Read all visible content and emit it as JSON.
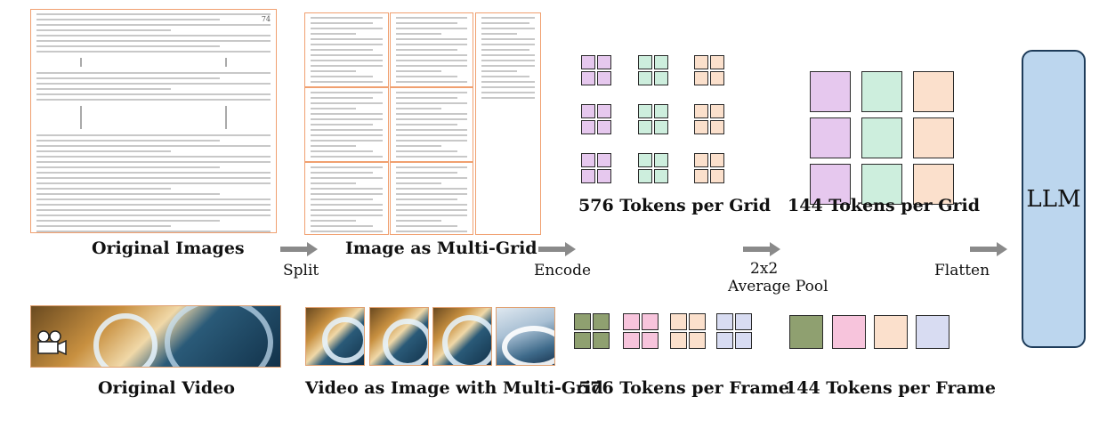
{
  "labels": {
    "original_images": "Original Images",
    "image_multigrid": "Image as Multi-Grid",
    "tokens_grid_576": "576 Tokens per Grid",
    "tokens_grid_144": "144 Tokens per Grid",
    "original_video": "Original Video",
    "video_multigrid": "Video as Image with Multi-Grid",
    "tokens_frame_576": "576 Tokens per Frame",
    "tokens_frame_144": "144 Tokens per Frame"
  },
  "steps": {
    "split": "Split",
    "encode": "Encode",
    "pool_line1": "2x2",
    "pool_line2": "Average Pool",
    "flatten": "Flatten"
  },
  "llm": "LLM",
  "doc": {
    "page_number": "74"
  },
  "colors": {
    "purple": "#e6c8ee",
    "green": "#cdeedd",
    "peach": "#fbe0cc",
    "olive": "#8fa070",
    "pink": "#f7c4dc",
    "lavender": "#d8dcf2",
    "arrow": "#8a8a8a",
    "llm_fill": "#bcd6ee",
    "frame_border": "#e0a070"
  },
  "icons": {
    "camera": "video-camera-icon"
  }
}
